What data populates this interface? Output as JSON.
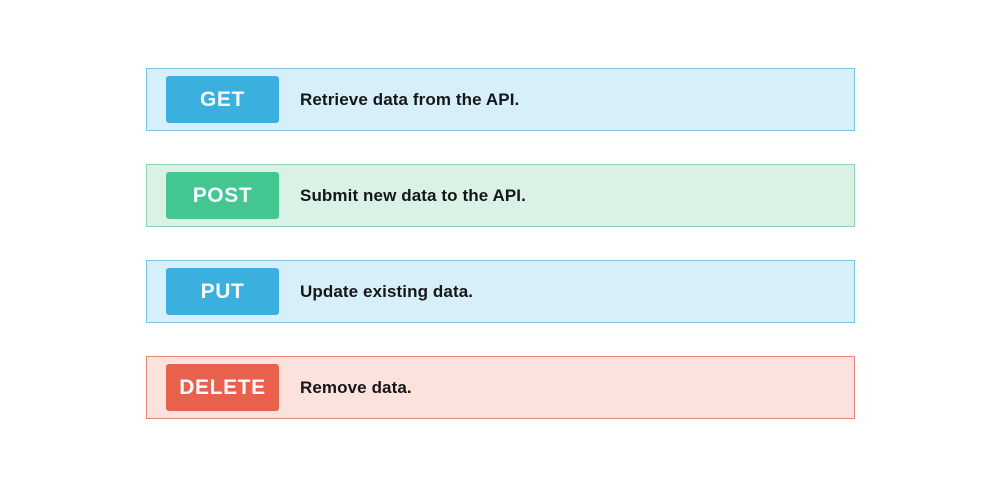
{
  "page": {
    "background_color": "#ffffff"
  },
  "methods": [
    {
      "method": "GET",
      "description": "Retrieve data from the API.",
      "badge_color": "#3bafde",
      "row_background": "#d7eff8",
      "row_border": "#78c6e2",
      "variant": "blue"
    },
    {
      "method": "POST",
      "description": "Submit new data to the API.",
      "badge_color": "#43c690",
      "row_background": "#daf2e6",
      "row_border": "#8fd4b5",
      "variant": "green"
    },
    {
      "method": "PUT",
      "description": "Update existing data.",
      "badge_color": "#3bafde",
      "row_background": "#d7eff8",
      "row_border": "#78c6e2",
      "variant": "blue"
    },
    {
      "method": "DELETE",
      "description": "Remove data.",
      "badge_color": "#e8614d",
      "row_background": "#fbe2dd",
      "row_border": "#e9887a",
      "variant": "red"
    }
  ]
}
